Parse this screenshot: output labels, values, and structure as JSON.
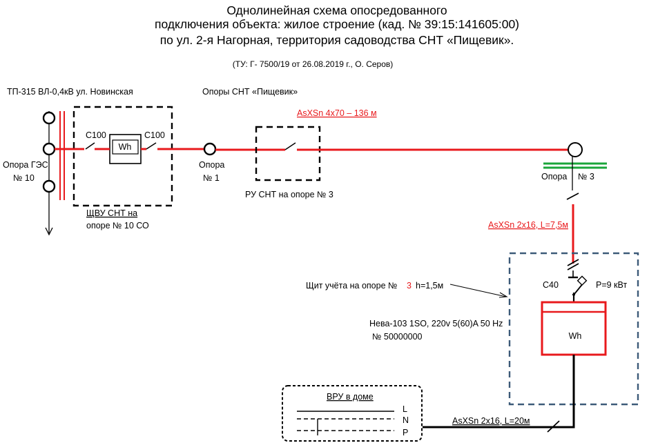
{
  "colors": {
    "line_red": "#e8191c",
    "earth_green": "#1aa53a",
    "dashed_blue": "#3c5a78",
    "text_black": "#000000"
  },
  "title": {
    "line1": "Однолинейная схема опосредованного",
    "line2": "подключения объекта: жилое строение (кад. № 39:15:141605:00)",
    "line3": "по ул. 2-я Нагорная, территория садоводства СНТ «Пищевик».",
    "tu_ref": "(ТУ: Г- 7500/19  от 26.08.2019  г., О. Серов)"
  },
  "source": {
    "tp_label": "ТП-315 ВЛ-0,4кВ ул. Новинская",
    "pole_ges_line1": "Опора ГЭС",
    "pole_ges_line2": "№ 10"
  },
  "shchvu": {
    "breaker1": "С100",
    "meter": "Wh",
    "breaker2": "С100",
    "caption_line1": "ЩВУ СНТ на",
    "caption_line2": "опоре № 10  СО"
  },
  "pole1": {
    "line1": "Опора",
    "line2": "№ 1"
  },
  "snt": {
    "poles_label": "Опоры СНТ «Пищевик»",
    "cable_main": "AsXSn 4х70 – 136 м",
    "ru_label": "РУ СНТ на опоре № 3"
  },
  "pole3": {
    "label_a": "Опора",
    "label_b": "№ 3"
  },
  "drop_cable": "AsXSn 2х16, L=7,5м",
  "meter_panel": {
    "label_a": "Щит учёта на опоре №",
    "label_num": "3",
    "label_b": "h=1,5м",
    "breaker": "С40",
    "power": "Р=9 кВт",
    "meter_model": "Нева-103 1SO, 220v  5(60)A 50 Hz",
    "meter_number": "№ 50000000",
    "meter_symbol": "Wh"
  },
  "vru": {
    "title": "ВРУ в доме",
    "line_l": "L",
    "line_n": "N",
    "line_p": "P"
  },
  "house_cable": "AsXSn 2х16, L=20м"
}
